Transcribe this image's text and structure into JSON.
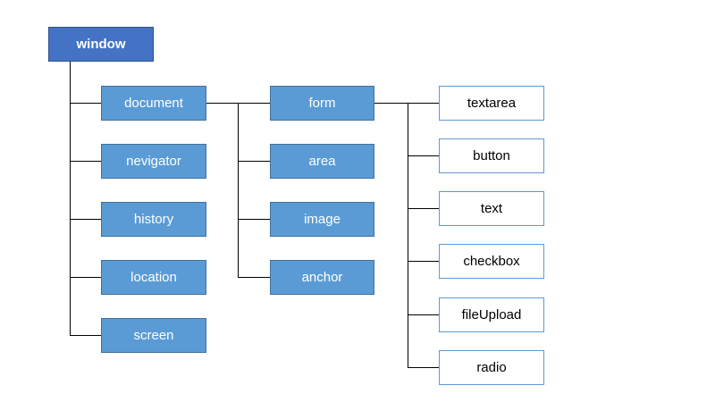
{
  "diagram": {
    "root": {
      "label": "window"
    },
    "window_children": [
      {
        "label": "document"
      },
      {
        "label": "nevigator"
      },
      {
        "label": "history"
      },
      {
        "label": "location"
      },
      {
        "label": "screen"
      }
    ],
    "document_children": [
      {
        "label": "form"
      },
      {
        "label": "area"
      },
      {
        "label": "image"
      },
      {
        "label": "anchor"
      }
    ],
    "form_children": [
      {
        "label": "textarea"
      },
      {
        "label": "button"
      },
      {
        "label": "text"
      },
      {
        "label": "checkbox"
      },
      {
        "label": "fileUpload"
      },
      {
        "label": "radio"
      }
    ],
    "colors": {
      "root_fill": "#4472c4",
      "node_fill": "#5b9bd5",
      "leaf_fill": "#ffffff",
      "leaf_border": "#5b9bd5",
      "connector": "#000000"
    }
  }
}
